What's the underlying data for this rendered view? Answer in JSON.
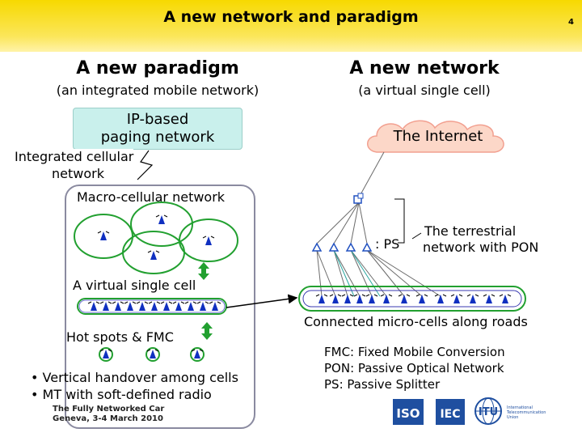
{
  "slide": {
    "title": "A new network and paradigm",
    "page_number": "4"
  },
  "left": {
    "heading": "A new paradigm",
    "subheading": "(an integrated mobile network)",
    "ip_paging_line1": "IP-based",
    "ip_paging_line2": "paging network",
    "integrated_line1": "Integrated cellular",
    "integrated_line2": "network",
    "macro_cellular": "Macro-cellular network",
    "virtual_single_cell": "A virtual single cell",
    "hot_spots": "Hot spots & FMC",
    "bullets": [
      "Vertical handover among cells",
      "MT with soft-defined radio"
    ],
    "footer_line1": "The Fully Networked Car",
    "footer_line2": "Geneva, 3-4 March 2010"
  },
  "right": {
    "heading": "A new network",
    "subheading": "(a virtual single cell)",
    "internet": "The Internet",
    "ps_label": ": PS",
    "terrestrial_line1": "The terrestrial",
    "terrestrial_line2": "network with PON",
    "micro_cells": "Connected micro-cells along roads",
    "abbreviations": [
      "FMC: Fixed Mobile Conversion",
      "PON: Passive Optical Network",
      "PS: Passive Splitter"
    ]
  },
  "logos": {
    "iso": "ISO",
    "iec": "IEC",
    "itu": "ITU",
    "itu_line1": "International",
    "itu_line2": "Telecommunication",
    "itu_line3": "Union"
  },
  "colors": {
    "title_bar": "#f7d900",
    "paging_box": "#c9f0ec",
    "cell_green": "#22a030",
    "antenna_blue": "#1030c0",
    "iso_blue": "#1f4fa0"
  },
  "icons": [
    "lightning-icon",
    "antenna-icon",
    "splitter-icon",
    "router-icon",
    "cloud-icon",
    "double-arrow-icon",
    "connector-arrow-icon"
  ]
}
